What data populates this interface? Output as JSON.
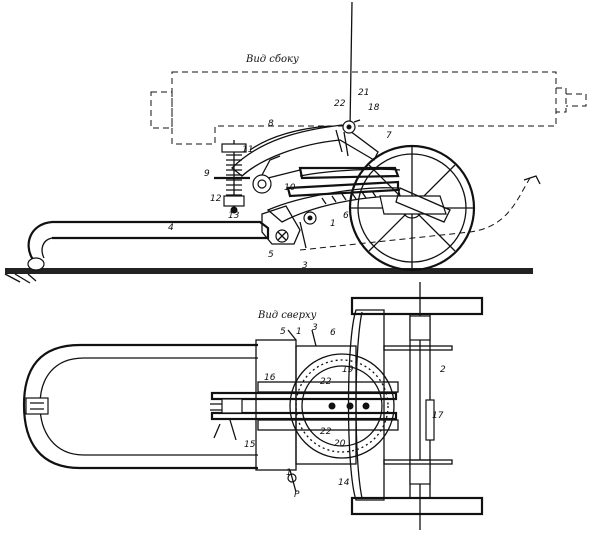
{
  "views": {
    "side": {
      "title": "Вид сбоку"
    },
    "top": {
      "title": "Вид сверху"
    }
  },
  "labels": {
    "side": [
      "22",
      "21",
      "18",
      "8",
      "7",
      "11",
      "9",
      "12",
      "13",
      "10",
      "1",
      "6",
      "4",
      "5",
      "3"
    ],
    "top": [
      "5",
      "1",
      "3",
      "6",
      "2",
      "16",
      "22",
      "19",
      "17",
      "15",
      "22",
      "20",
      "1",
      "P",
      "14"
    ]
  }
}
